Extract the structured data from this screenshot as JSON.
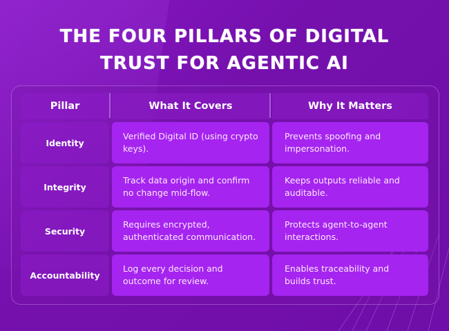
{
  "title": {
    "line1": "THE FOUR PILLARS OF DIGITAL",
    "line2": "TRUST FOR AGENTIC AI"
  },
  "table": {
    "headers": [
      "Pillar",
      "What It Covers",
      "Why It Matters"
    ],
    "rows": [
      {
        "pillar": "Identity",
        "covers": "Verified Digital ID (using crypto keys).",
        "matters": "Prevents spoofing and impersonation."
      },
      {
        "pillar": "Integrity",
        "covers": "Track data origin and confirm no change mid-flow.",
        "matters": "Keeps outputs reliable and auditable."
      },
      {
        "pillar": "Security",
        "covers": "Requires encrypted, authenticated communication.",
        "matters": "Protects agent-to-agent interactions."
      },
      {
        "pillar": "Accountability",
        "covers": "Log every decision and outcome for review.",
        "matters": "Enables traceability and builds trust."
      }
    ]
  },
  "colors": {
    "background": "#7510ad",
    "cell": "#a524ef",
    "header": "#8c1ec8"
  }
}
